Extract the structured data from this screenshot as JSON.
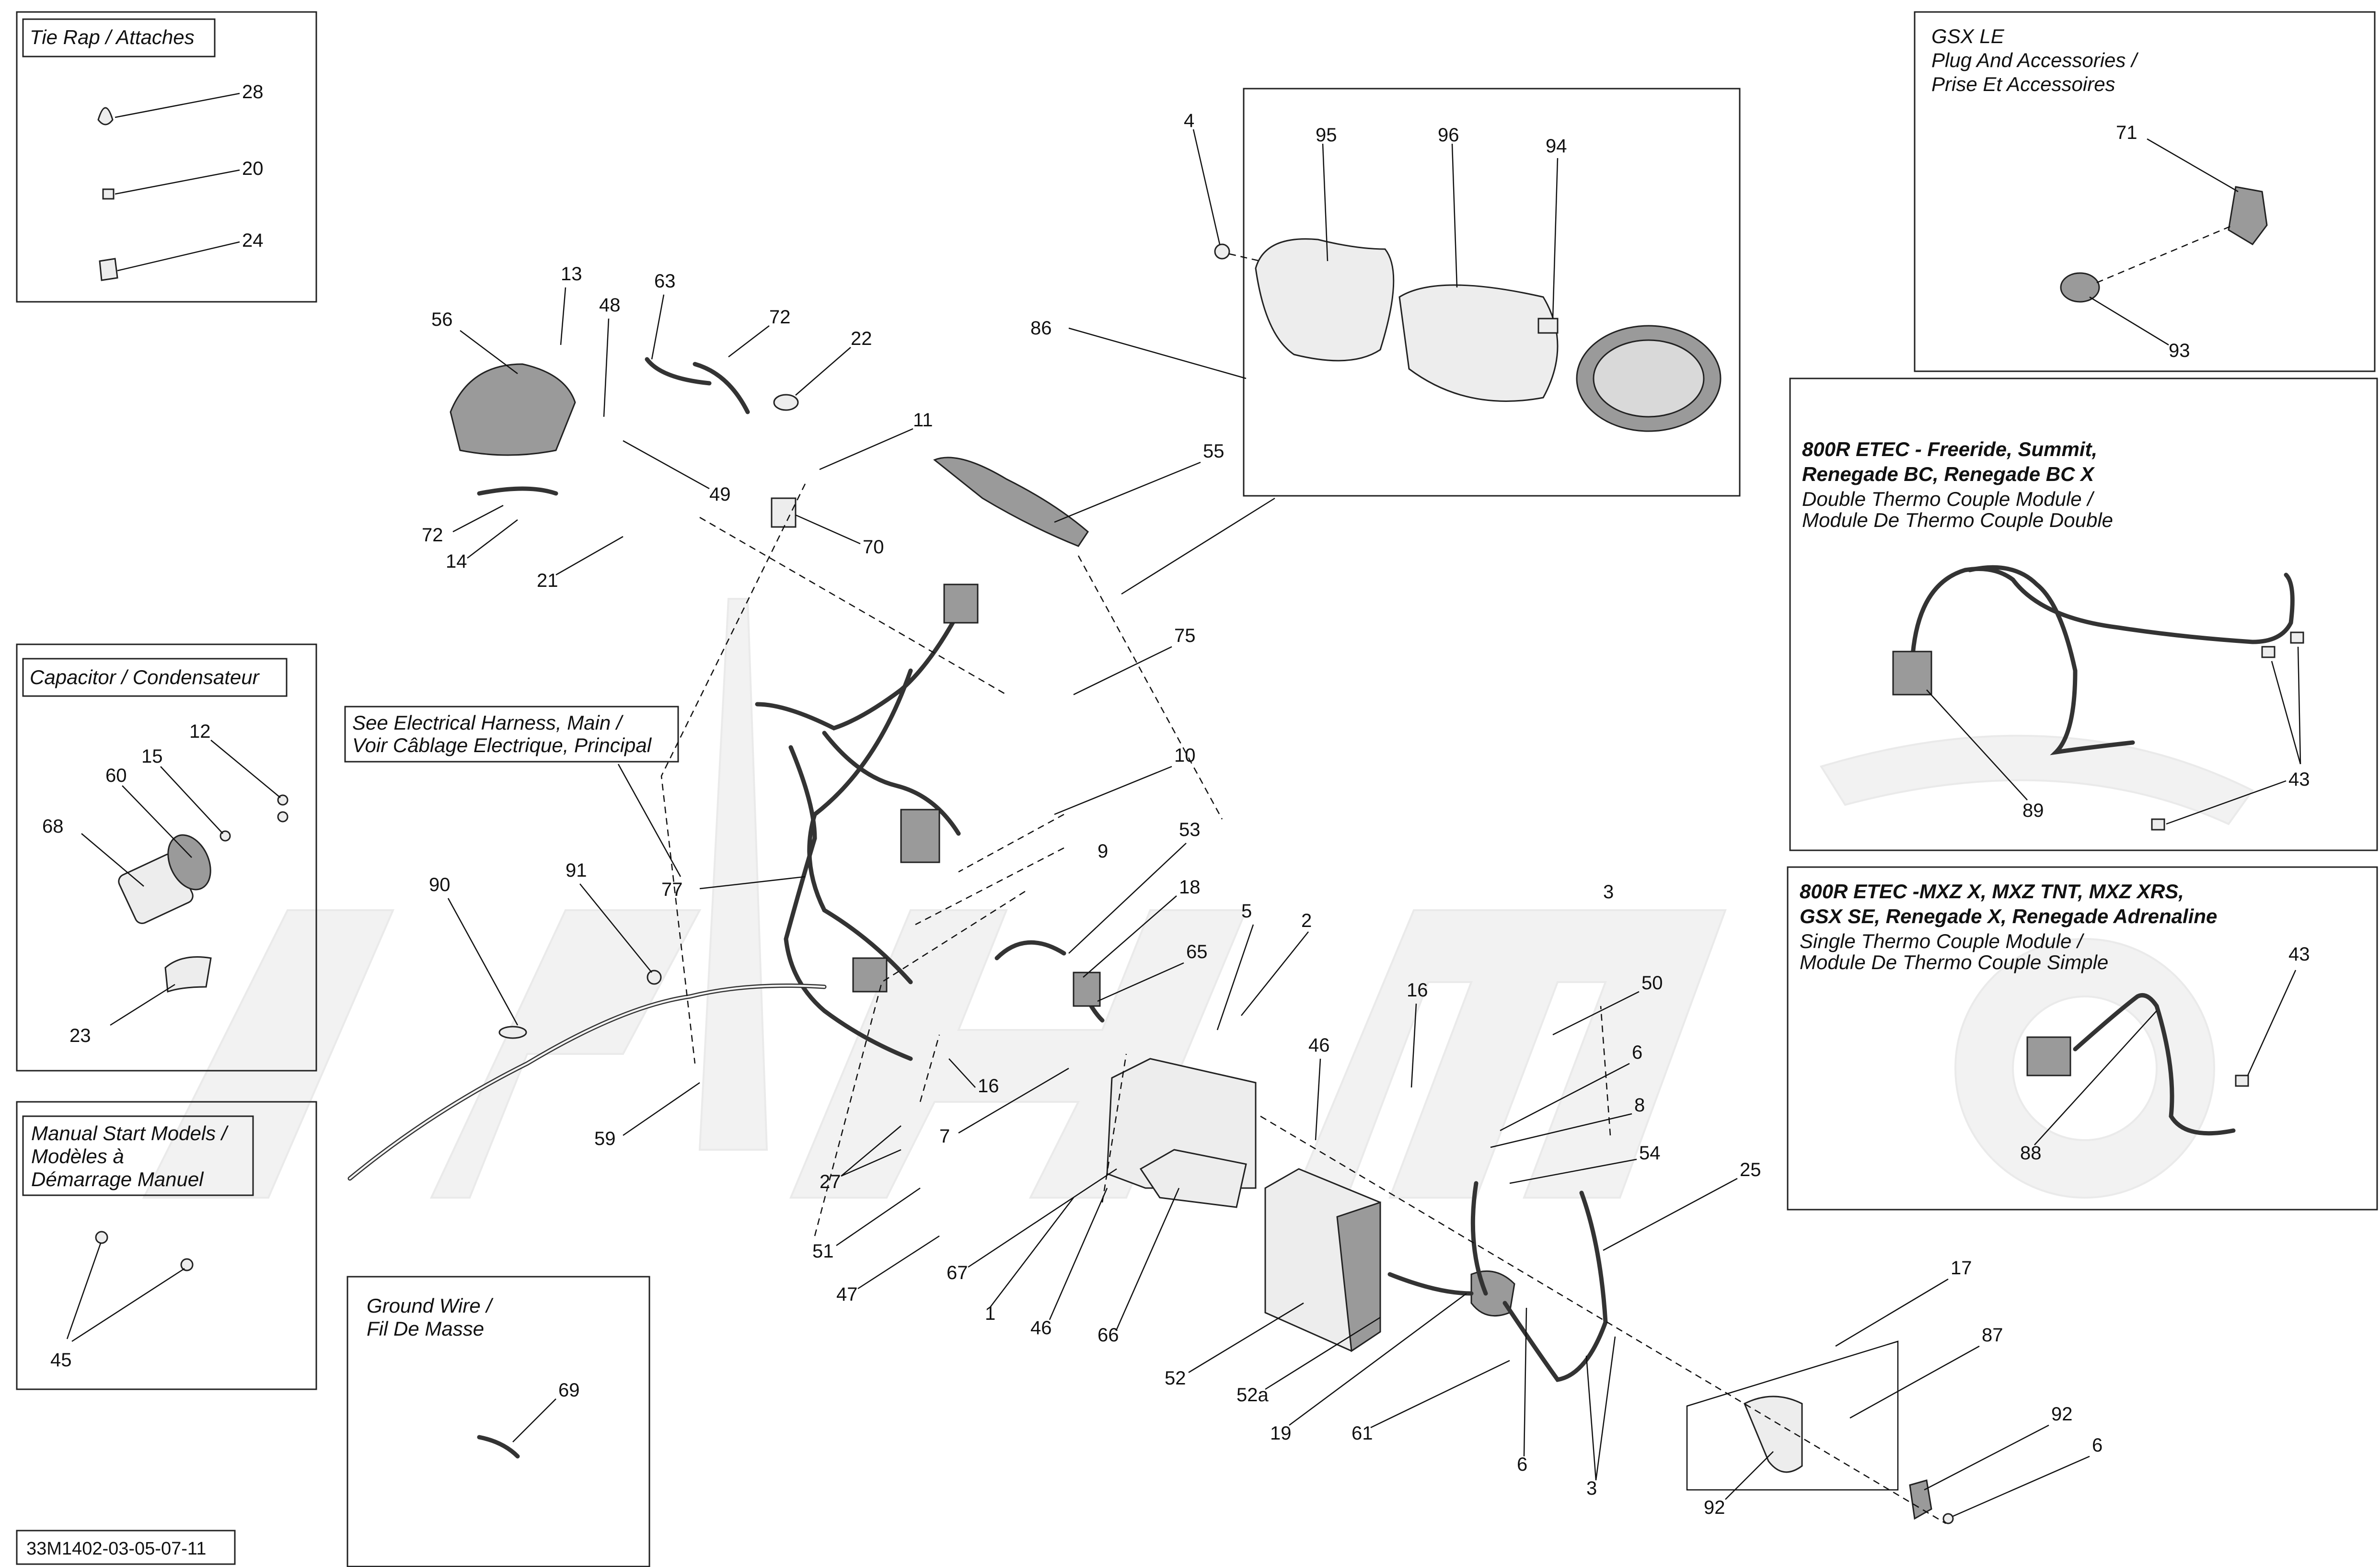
{
  "figure_code": "33M1402-03-05-07-11",
  "insets": {
    "tie_rap": {
      "title": "Tie Rap / Attaches",
      "parts": [
        "28",
        "20",
        "24"
      ]
    },
    "capacitor": {
      "title": "Capacitor / Condensateur",
      "parts": [
        "12",
        "15",
        "60",
        "68",
        "23"
      ]
    },
    "manual_start": {
      "title_lines": [
        "Manual Start Models /",
        "Modèles à",
        "Démarrage Manuel"
      ],
      "parts": [
        "45"
      ]
    },
    "ground_wire": {
      "title_lines": [
        "Ground Wire /",
        "Fil De Masse"
      ],
      "parts": [
        "69"
      ]
    },
    "gsx_le": {
      "title_lines": [
        "GSX LE",
        "Plug And Accessories /",
        "Prise Et Accessoires"
      ],
      "parts": [
        "71",
        "93"
      ]
    },
    "double_thermo": {
      "title_bold_lines": [
        "800R ETEC - Freeride, Summit,",
        "Renegade BC, Renegade BC X"
      ],
      "title_lines": [
        "Double Thermo Couple Module /",
        "Module De Thermo Couple Double"
      ],
      "parts": [
        "89",
        "43"
      ]
    },
    "single_thermo": {
      "title_bold_lines": [
        "800R ETEC -MXZ X, MXZ TNT, MXZ XRS,",
        "GSX SE, Renegade X, Renegade Adrenaline"
      ],
      "title_lines": [
        "Single Thermo Couple Module /",
        "Module De Thermo Couple Simple"
      ],
      "parts": [
        "43",
        "88"
      ]
    },
    "see_harness": {
      "title_lines": [
        "See Electrical Harness, Main /",
        "Voir Câblage Electrique, Principal"
      ]
    }
  },
  "gauge_parts": [
    "95",
    "96",
    "94",
    "4",
    "86"
  ],
  "callouts": [
    "13",
    "56",
    "48",
    "63",
    "72",
    "22",
    "11",
    "55",
    "49",
    "72",
    "14",
    "21",
    "70",
    "75",
    "10",
    "9",
    "53",
    "18",
    "65",
    "5",
    "2",
    "3",
    "50",
    "16",
    "46",
    "6",
    "8",
    "54",
    "25",
    "90",
    "91",
    "77",
    "59",
    "16",
    "7",
    "27",
    "51",
    "47",
    "67",
    "1",
    "46",
    "66",
    "52",
    "52a",
    "19",
    "61",
    "6",
    "3",
    "17",
    "87",
    "92",
    "92",
    "6"
  ]
}
